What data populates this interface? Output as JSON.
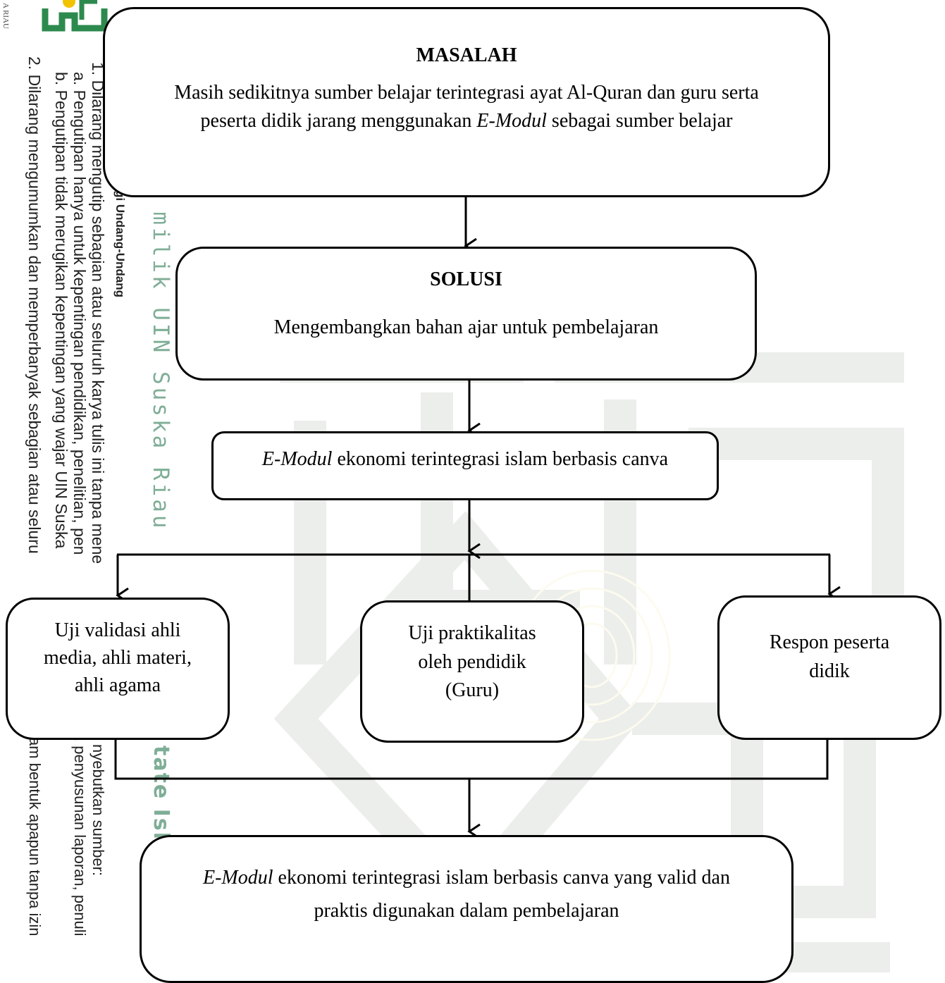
{
  "watermark": {
    "tag": "A RIAU",
    "notice_heading": "gi Undang-Undang",
    "notice_lines": [
      "1. Dilarang mengutip sebagian atau seluruh karya tulis ini tanpa mene",
      "a. Pengutipan hanya untuk kepentingan pendidikan, penelitian, pen",
      "b. Pengutipan tidak merugikan kepentingan yang wajar UIN Suska",
      "2. Dilarang mengumumkan dan memperbanyak sebagian atau seluru"
    ],
    "notice_tail": [
      "nyebutkan sumber:",
      ", penyusunan laporan, penuli",
      "am bentuk apapun tanpa izin"
    ],
    "vertical_green_1": "a milik UIN Suska Riau",
    "vertical_green_2": "tate Isla",
    "colors": {
      "green": "#7fae97",
      "olive": "#8a9a84",
      "gold": "#f5e6a0"
    }
  },
  "diagram": {
    "masalah": {
      "heading": "MASALAH",
      "line1": "Masih sedikitnya sumber belajar terintegrasi ayat Al-Quran dan guru serta",
      "line2_pre": "peserta didik jarang menggunakan ",
      "line2_italic": "E-Modul",
      "line2_post": " sebagai sumber belajar"
    },
    "solusi": {
      "heading": "SOLUSI",
      "text": "Mengembangkan bahan ajar untuk pembelajaran"
    },
    "emodul": {
      "italic": "E-Modul",
      "text": " ekonomi terintegrasi islam berbasis canva"
    },
    "uji_validasi": {
      "lines": [
        "Uji validasi ahli",
        "media, ahli materi,",
        "ahli agama"
      ]
    },
    "uji_praktikalitas": {
      "lines": [
        "Uji praktikalitas",
        "oleh pendidik",
        "(Guru)"
      ]
    },
    "respon": {
      "lines": [
        "Respon peserta",
        "didik"
      ]
    },
    "hasil": {
      "line1_italic": "E-Modul",
      "line1_text": " ekonomi terintegrasi islam berbasis canva yang valid dan",
      "line2": "praktis digunakan dalam pembelajaran"
    }
  }
}
